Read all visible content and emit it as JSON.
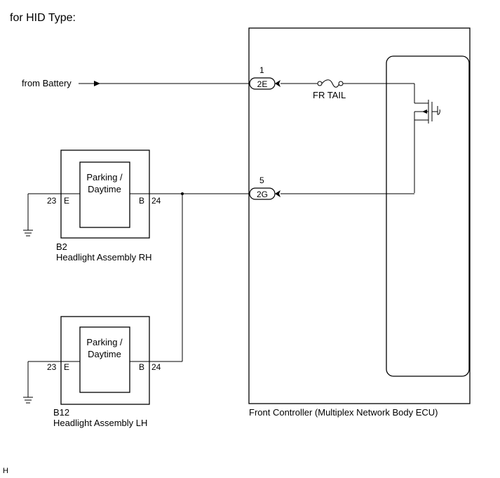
{
  "header": {
    "title": "for HID Type:"
  },
  "source": {
    "label": "from Battery"
  },
  "fuse": {
    "label": "FR TAIL"
  },
  "ecu": {
    "label": "Front Controller (Multiplex Network Body ECU)",
    "connectors": [
      {
        "pin": "1",
        "connector": "2E"
      },
      {
        "pin": "5",
        "connector": "2G"
      }
    ]
  },
  "headlights": [
    {
      "code": "B2",
      "name": "Headlight Assembly RH",
      "inner_label_line1": "Parking /",
      "inner_label_line2": "Daytime",
      "left_pin": "23",
      "left_term": "E",
      "right_term": "B",
      "right_pin": "24"
    },
    {
      "code": "B12",
      "name": "Headlight Assembly LH",
      "inner_label_line1": "Parking /",
      "inner_label_line2": "Daytime",
      "left_pin": "23",
      "left_term": "E",
      "right_term": "B",
      "right_pin": "24"
    }
  ],
  "footer": {
    "mark": "H"
  }
}
